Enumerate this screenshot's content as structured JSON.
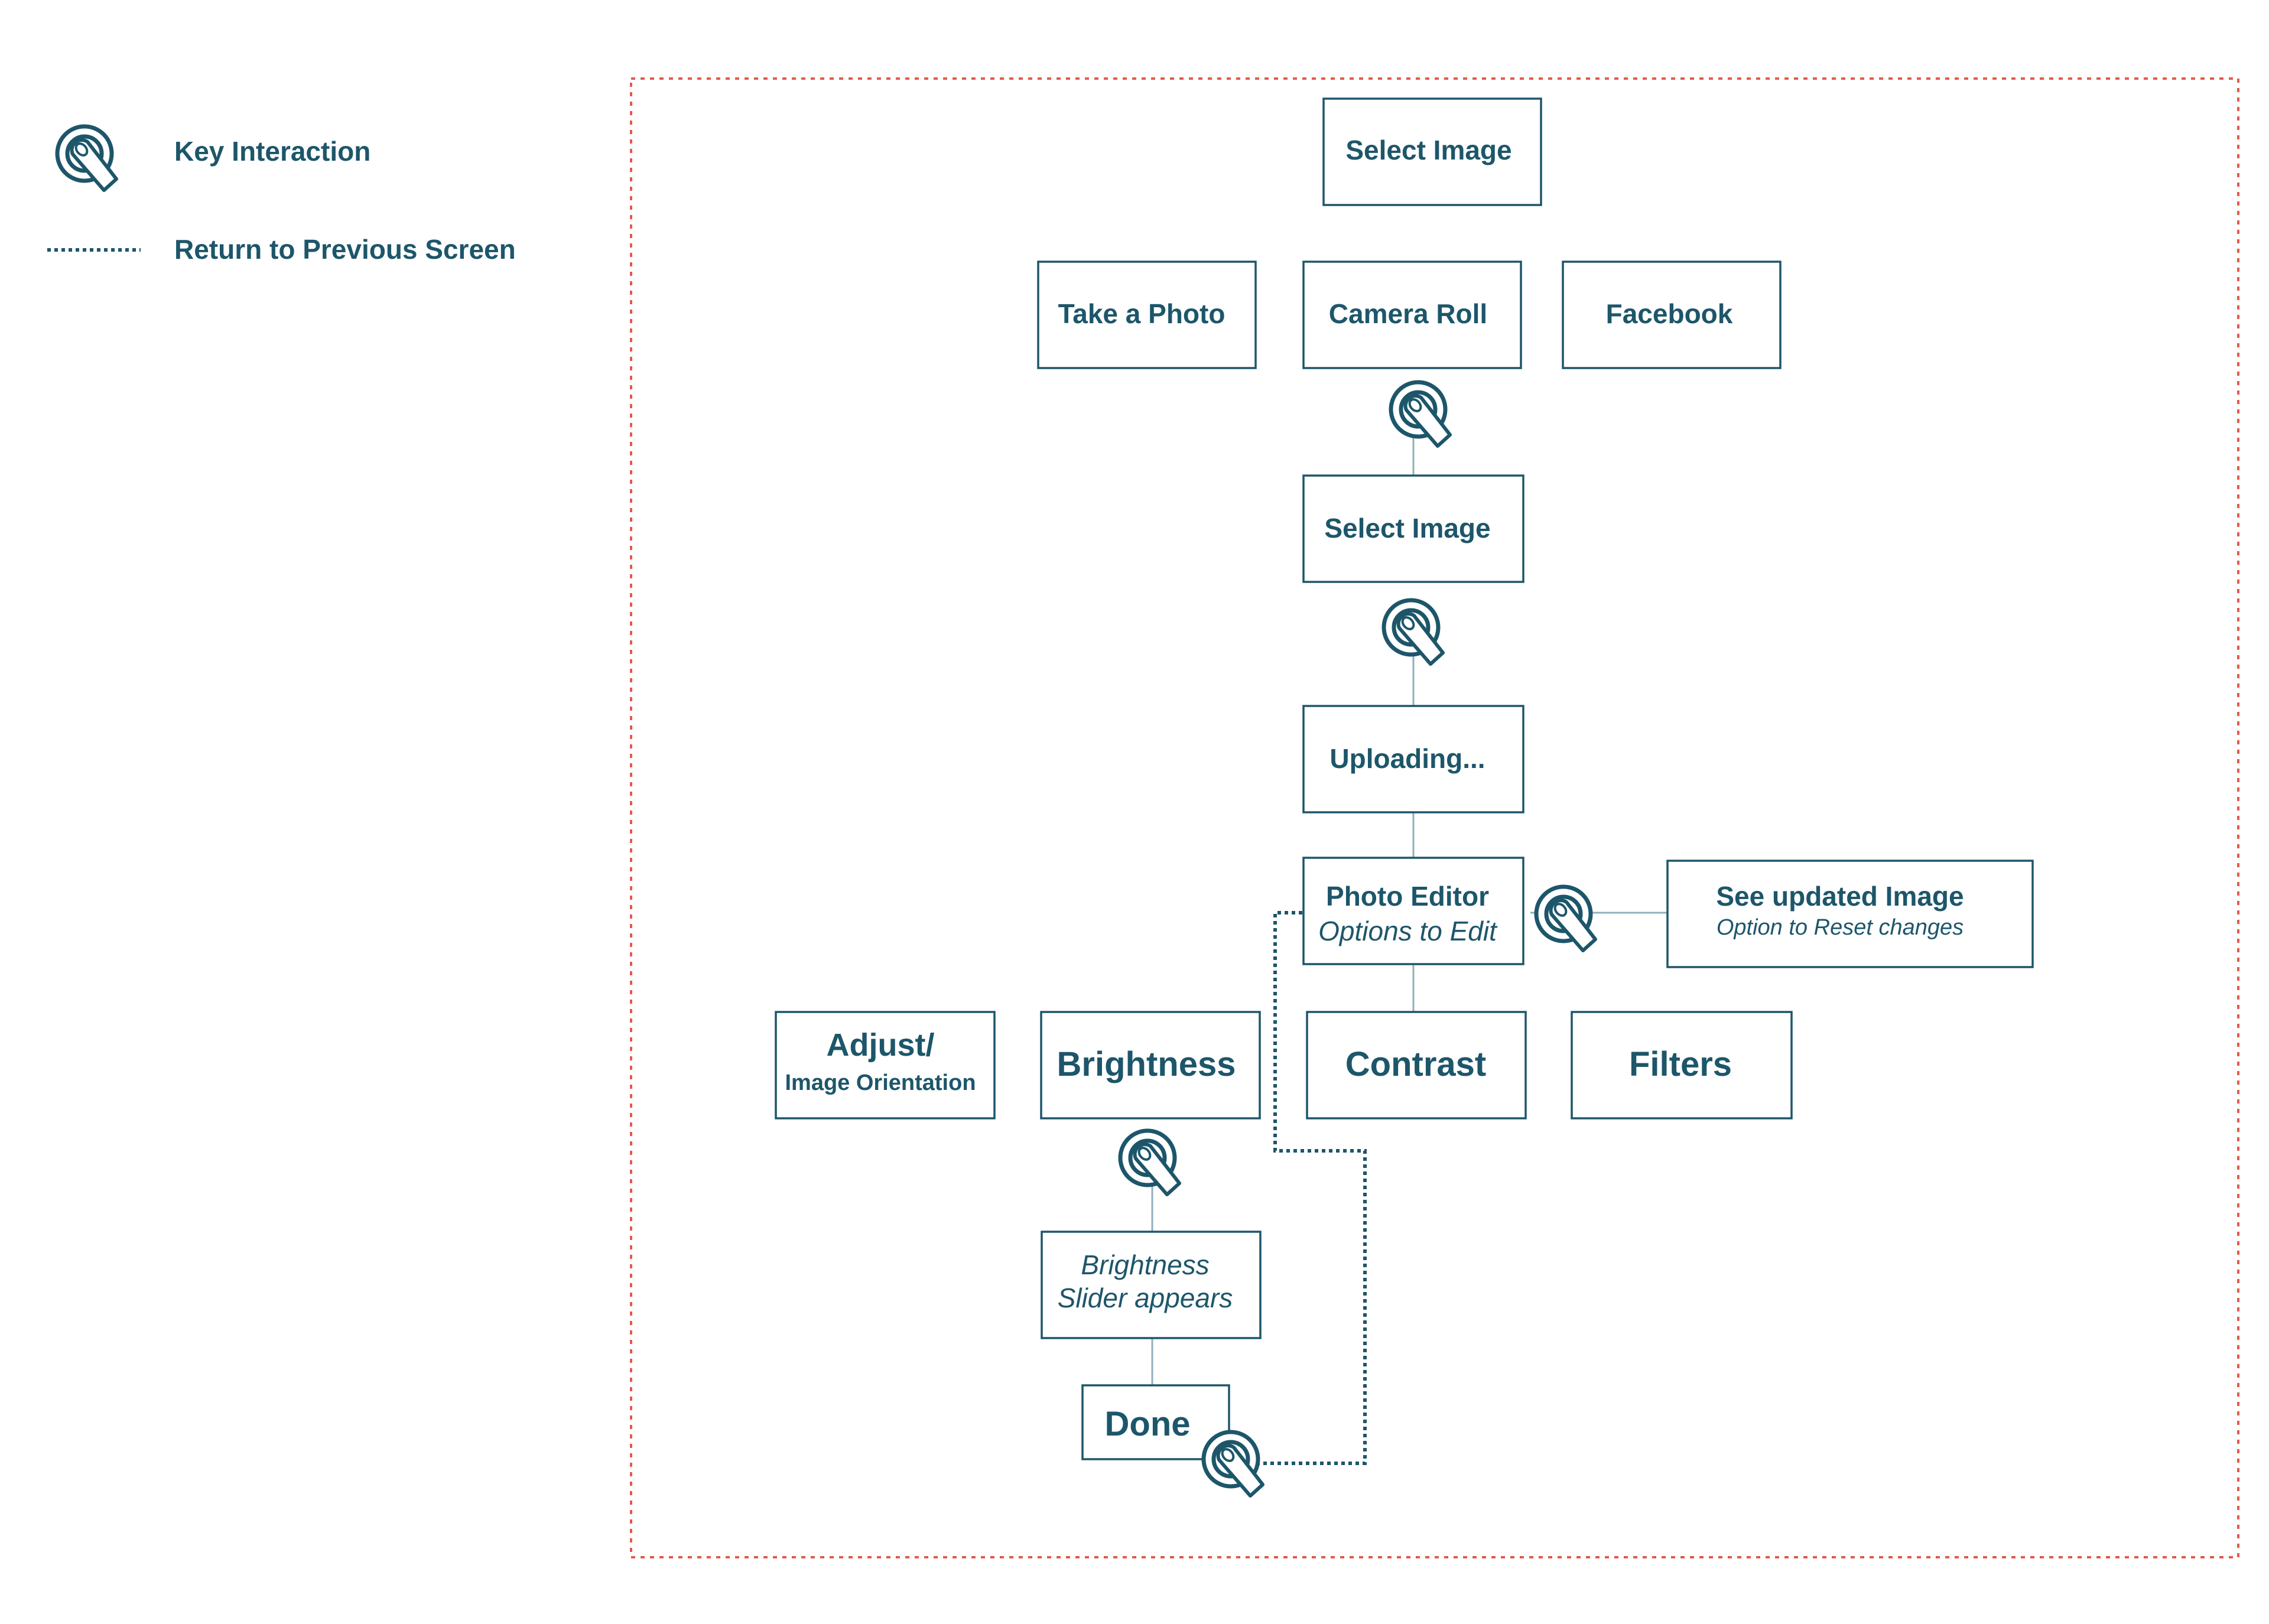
{
  "legend": {
    "key_interaction": "Key Interaction",
    "return_previous": "Return to Previous Screen"
  },
  "colors": {
    "primary": "#1d566a",
    "frame": "#e25a4a",
    "connector": "#8fb0bb"
  },
  "icons": {
    "tap": "tap-gesture-icon"
  },
  "nodes": {
    "select_image_top": "Select Image",
    "take_photo": "Take a Photo",
    "camera_roll": "Camera Roll",
    "facebook": "Facebook",
    "select_image": "Select Image",
    "uploading": "Uploading...",
    "photo_editor": {
      "title": "Photo Editor",
      "subtitle": "Options to Edit"
    },
    "see_updated": {
      "title": "See updated Image",
      "subtitle": "Option to Reset changes"
    },
    "adjust": {
      "title": "Adjust/",
      "subtitle": "Image Orientation"
    },
    "brightness": "Brightness",
    "contrast": "Contrast",
    "filters": "Filters",
    "slider": {
      "line1": "Brightness",
      "line2": "Slider appears"
    },
    "done": "Done"
  }
}
